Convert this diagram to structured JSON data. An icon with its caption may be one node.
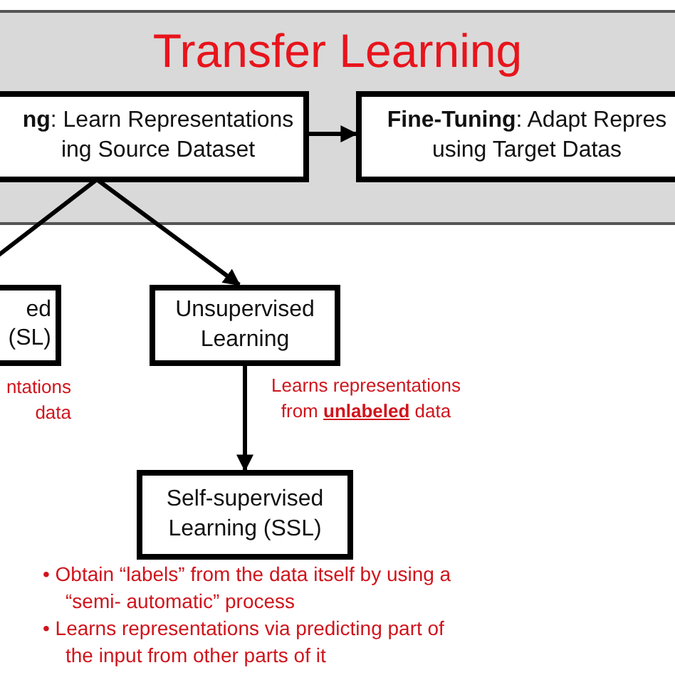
{
  "diagram": {
    "nodes": [
      {
        "text": [
          "Transfer Learning"
        ]
      },
      {
        "text": [
          "**ng**: Learn Representations ing Source Dataset"
        ],
        "in": 0
      },
      {
        "text": [
          "**Fine-Tuning**: Adapt Repres using Target Datas"
        ],
        "in": 0
      },
      {
        "text": [
          "ed (SL)"
        ],
        "beside": [
          "ntations data"
        ]
      },
      {
        "text": [
          "Unsupervised Learning"
        ],
        "beside": [
          "Learns representations from **unlabeled** data"
        ]
      },
      {
        "text": [
          "Self-supervised Learning (SSL)"
        ],
        "beside": [
          "• Obtain “labels” from the data itself by using a “semi- automatic” process",
          "• Learns representations via predicting part of the input from other parts of it"
        ]
      }
    ],
    "edges": [
      {
        "from": 1,
        "to": 2,
        "arrow": "to"
      },
      {
        "from": 1,
        "to": 3,
        "arrow": "none"
      },
      {
        "from": 1,
        "to": 4,
        "arrow": "to"
      },
      {
        "from": 4,
        "to": 5,
        "arrow": "to"
      }
    ]
  }
}
